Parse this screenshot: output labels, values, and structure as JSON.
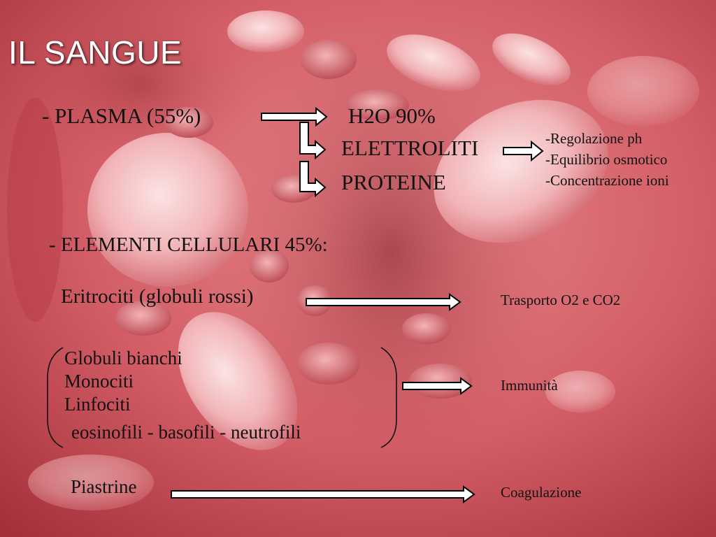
{
  "title": "IL SANGUE",
  "plasma": {
    "label": "- PLASMA (55%)",
    "components": [
      "H2O 90%",
      "ELETTROLITI",
      "PROTEINE"
    ],
    "functions": [
      "-Regolazione ph",
      "-Equilibrio osmotico",
      "-Concentrazione ioni"
    ]
  },
  "elementi": {
    "label": "- ELEMENTI CELLULARI 45%:",
    "eritrociti": {
      "label": "Eritrociti (globuli rossi)",
      "function": "Trasporto O2 e CO2"
    },
    "globuli_bianchi": {
      "items": [
        "Globuli bianchi",
        "Monociti",
        "Linfociti"
      ],
      "granulociti": "eosinofili - basofili - neutrofili",
      "function": "Immunità"
    },
    "piastrine": {
      "label": "Piastrine",
      "function": "Coagulazione"
    }
  },
  "colors": {
    "background": "#d9676e",
    "arrow_fill": "#ffffff",
    "arrow_stroke": "#000000",
    "title": "#ffffff"
  }
}
